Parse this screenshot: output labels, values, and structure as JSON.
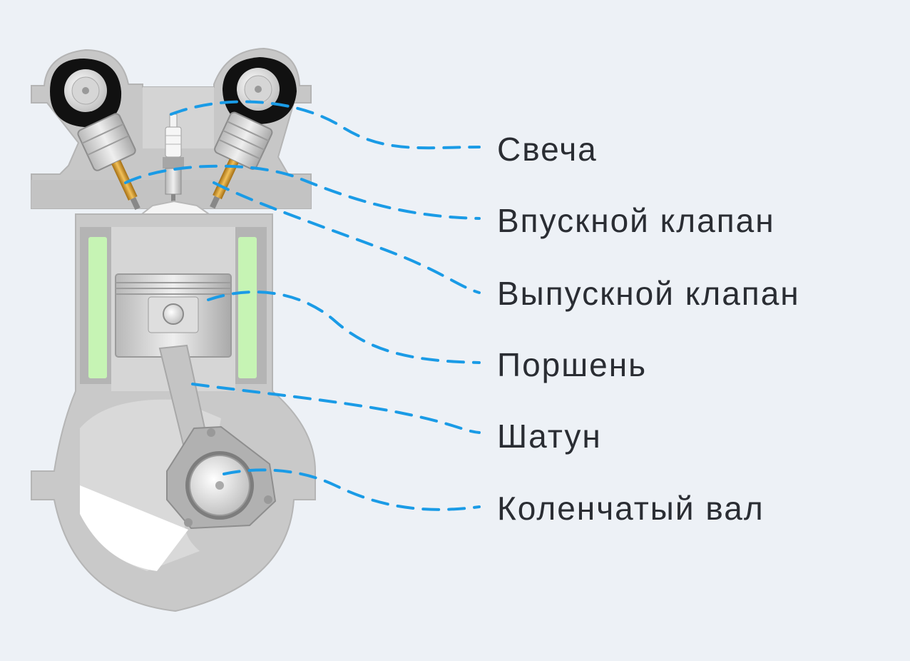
{
  "labels": [
    "Свеча",
    "Впускной клапан",
    "Выпускной клапан",
    "Поршень",
    "Шатун",
    "Коленчатый вал"
  ],
  "colors": {
    "background": "#edf1f6",
    "leader_line": "#1a9be6",
    "label_text": "#2a2d33",
    "coolant": "#c6f4b4",
    "engine_body": "#c9c9c9"
  }
}
